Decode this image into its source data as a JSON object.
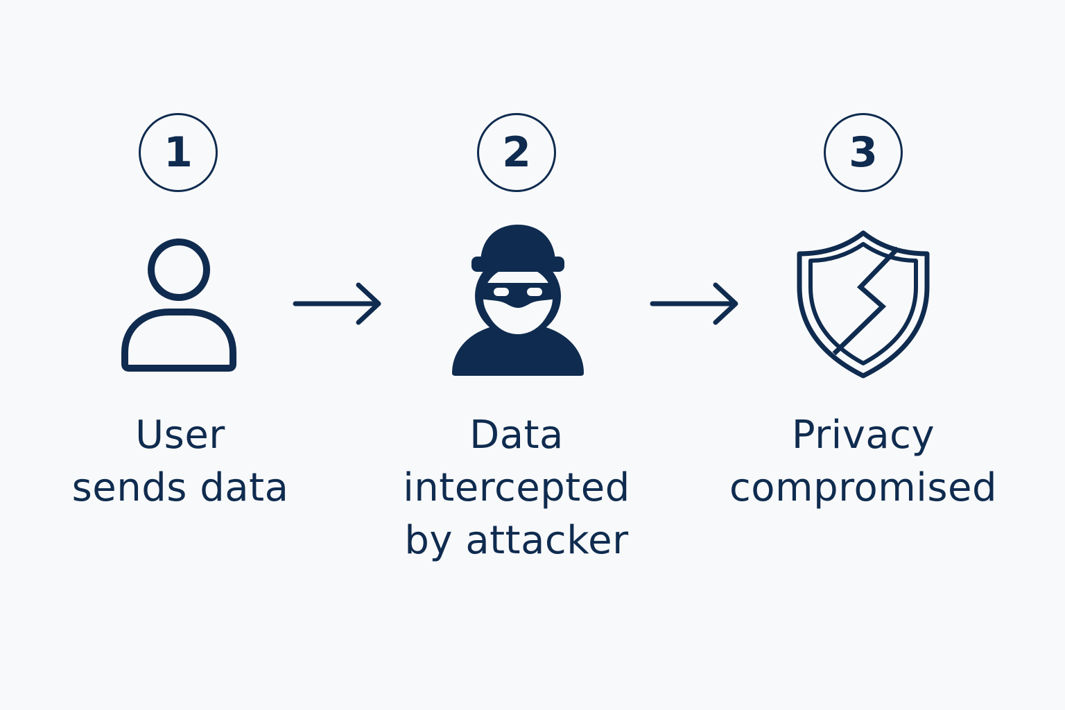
{
  "colors": {
    "background": "#f8f9fa",
    "primary": "#0f2b4f"
  },
  "steps": [
    {
      "number": "1",
      "icon": "user-icon",
      "label_lines": [
        "User",
        "sends data"
      ]
    },
    {
      "number": "2",
      "icon": "attacker-icon",
      "label_lines": [
        "Data",
        "intercepted",
        "by attacker"
      ]
    },
    {
      "number": "3",
      "icon": "broken-shield-icon",
      "label_lines": [
        "Privacy",
        "compromised"
      ]
    }
  ],
  "arrows": [
    {
      "from": "1",
      "to": "2",
      "icon": "arrow-right-icon"
    },
    {
      "from": "2",
      "to": "3",
      "icon": "arrow-right-icon"
    }
  ]
}
